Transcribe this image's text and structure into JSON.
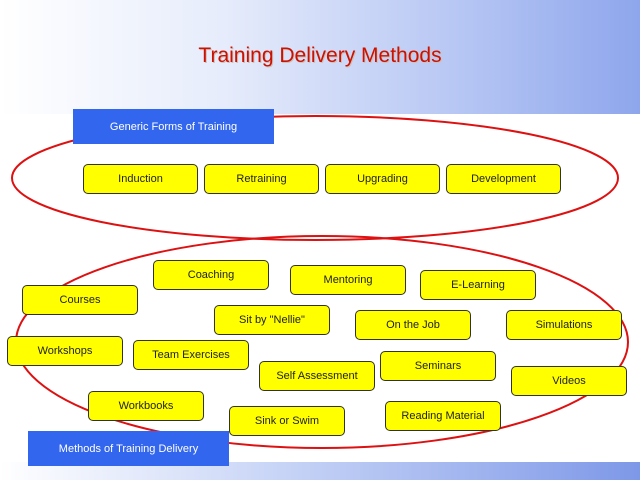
{
  "title": "Training Delivery Methods",
  "generic_label": "Generic Forms of Training",
  "methods_label": "Methods of Training Delivery",
  "colors": {
    "title": "#cc1100",
    "label_box": "#3366ee",
    "node_fill": "#ffff00",
    "ellipse_stroke": "#dd1111"
  },
  "generic_forms": {
    "induction": "Induction",
    "retraining": "Retraining",
    "upgrading": "Upgrading",
    "development": "Development"
  },
  "methods": {
    "coaching": "Coaching",
    "mentoring": "Mentoring",
    "e_learning": "E-Learning",
    "courses": "Courses",
    "sit_by_nellie": "Sit by \"Nellie\"",
    "on_the_job": "On the Job",
    "simulations": "Simulations",
    "workshops": "Workshops",
    "team_exercises": "Team Exercises",
    "seminars": "Seminars",
    "self_assessment": "Self Assessment",
    "videos": "Videos",
    "workbooks": "Workbooks",
    "sink_or_swim": "Sink or Swim",
    "reading_material": "Reading Material"
  }
}
